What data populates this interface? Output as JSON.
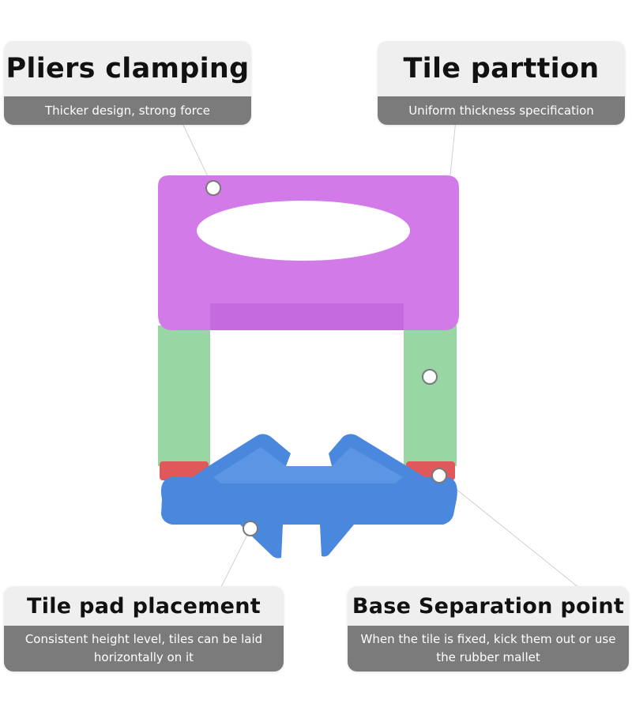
{
  "labels": {
    "pliers_clamping": {
      "title": "Pliers clamping",
      "desc": "Thicker design, strong force"
    },
    "tile_partition": {
      "title": "Tile parttion",
      "desc": "Uniform thickness specification"
    },
    "tile_pad_placement": {
      "title": "Tile pad placement",
      "desc": "Consistent height level, tiles can be laid horizontally on it"
    },
    "base_separation_point": {
      "title": "Base Separation point",
      "desc": "When the tile is fixed, kick them out or use the rubber mallet"
    }
  },
  "colors": {
    "clamp_top": "#d27ae8",
    "partition_legs": "#98d6a4",
    "separation_point": "#e0595a",
    "base": "#4a88de",
    "card_title_bg": "#efefef",
    "card_desc_bg": "#7b7b7b"
  }
}
